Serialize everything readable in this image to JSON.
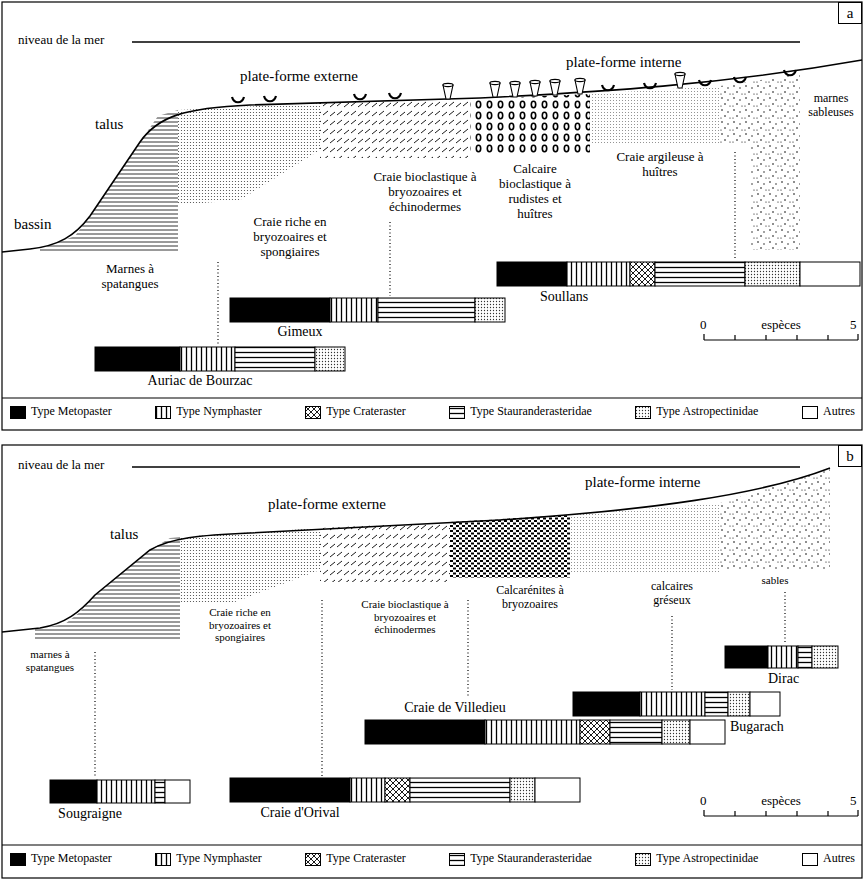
{
  "diagram": {
    "nodes": [
      {
        "text": [
          "a"
        ]
      },
      {
        "text": [
          "b"
        ]
      }
    ],
    "labels": [
      "niveau de la mer",
      "plate-forme externe",
      "plate-forme interne",
      "talus",
      "bassin",
      "marnes sableuses",
      "Craie argileuse à huîtres",
      "Calcaire bioclastique à rudistes et huîtres",
      "Craie bioclastique à bryozoaires et échinodermes",
      "Craie riche en bryozoaires et spongiaires",
      "Marnes à spatangues",
      "Soullans",
      "Gimeux",
      "Auriac de Bourzac",
      "0",
      "espèces",
      "5",
      "niveau de la mer",
      "plate-forme externe",
      "plate-forme interne",
      "talus",
      "marnes à spatangues",
      "Craie riche en bryozoaires et spongiaires",
      "Craie bioclastique à bryozoaires et échinodermes",
      "Calcarénites à bryozoaires",
      "calcaires gréseux",
      "sables",
      "Craie de Villedieu",
      "Bugarach",
      "Dirac",
      "Sougraigne",
      "Craie d'Orival",
      "0",
      "espèces",
      "5"
    ],
    "legend": [
      {
        "text": "Type Metopaster",
        "color": "#000000"
      },
      {
        "text": "Type Nymphaster"
      },
      {
        "text": "Type Crateraster"
      },
      {
        "text": "Type Stauranderasteridae"
      },
      {
        "text": "Type Astropectinidae"
      },
      {
        "text": "Autres",
        "color": "#ffffff"
      },
      {
        "text": "Type Metopaster",
        "color": "#000000"
      },
      {
        "text": "Type Nymphaster"
      },
      {
        "text": "Type Crateraster"
      },
      {
        "text": "Type Stauranderasteridae"
      },
      {
        "text": "Type Astropectinidae"
      },
      {
        "text": "Autres",
        "color": "#ffffff"
      }
    ]
  }
}
